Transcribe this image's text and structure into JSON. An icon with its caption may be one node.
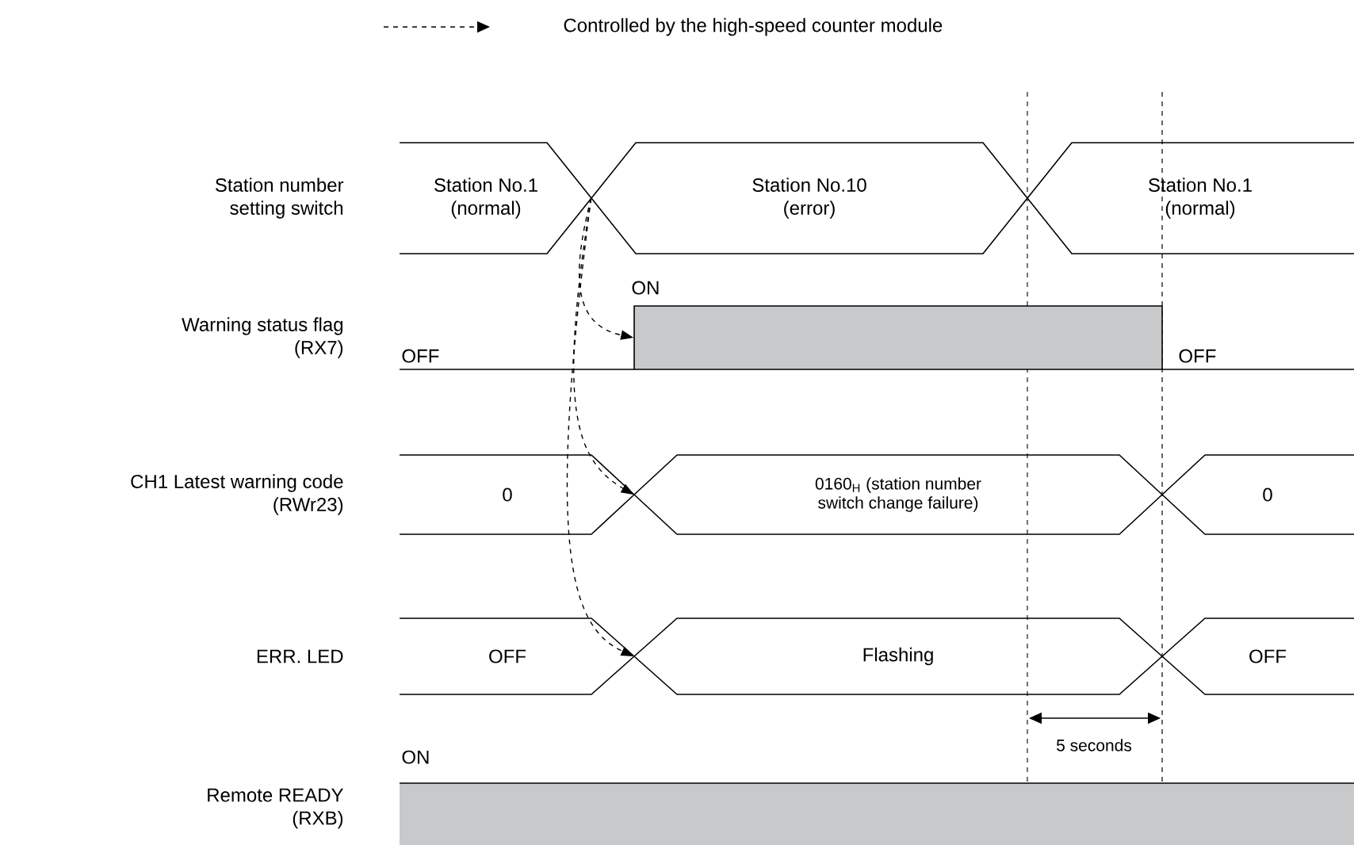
{
  "diagram": {
    "nodes": [
      {
        "text": [
          "Station No.1 (normal)"
        ]
      },
      {
        "text": [
          "Station No.10 (error)"
        ]
      },
      {
        "text": [
          "Station No.1 (normal)"
        ]
      },
      {
        "text": [
          "ON"
        ]
      },
      {
        "text": [
          "0"
        ]
      },
      {
        "text": [
          "0160$_{H}$ (station number switch change failure)"
        ]
      },
      {
        "text": [
          "0"
        ]
      },
      {
        "text": [
          "OFF"
        ]
      },
      {
        "text": [
          "Flashing"
        ]
      },
      {
        "text": [
          "OFF"
        ]
      },
      {
        "text": [
          "ON"
        ]
      }
    ],
    "edges": [
      {
        "from": 1,
        "to": 3,
        "arrow": "to",
        "style": "dashed"
      },
      {
        "from": 1,
        "to": 5,
        "arrow": "to",
        "style": "dashed"
      },
      {
        "from": 1,
        "to": 8,
        "arrow": "to",
        "style": "dashed"
      }
    ],
    "labels": [
      "Station number setting switch",
      "Warning status flag (RX7)",
      "OFF",
      "OFF",
      "CH1 Latest warning code (RWr23)",
      "ERR. LED",
      "5 seconds",
      "Remote READY (RXB)"
    ],
    "legend": [
      {
        "text": "Controlled by the high-speed counter module"
      }
    ]
  }
}
